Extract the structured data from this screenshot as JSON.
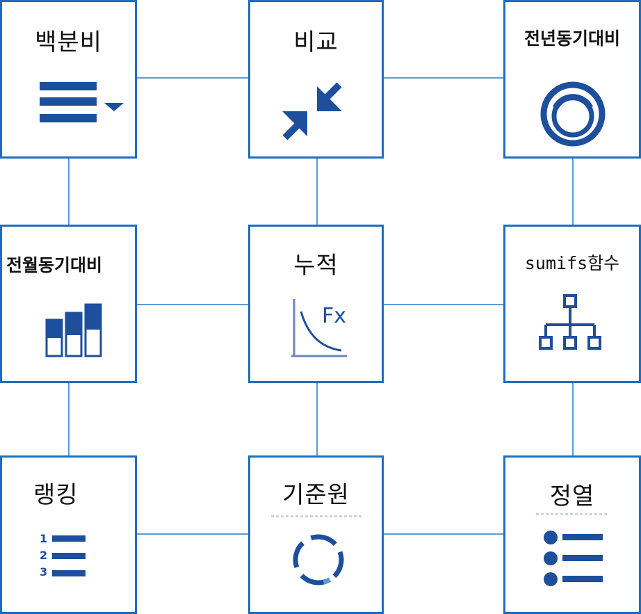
{
  "colors": {
    "card_border": "#1b6ec2",
    "connector": "#5b9bd5",
    "icon": "#1d4f9c"
  },
  "cards": [
    {
      "label": "백분비",
      "icon": "hamburger-dropdown-icon"
    },
    {
      "label": "비교",
      "icon": "compress-arrows-icon"
    },
    {
      "label": "전년동기대비",
      "icon": "concentric-ring-icon"
    },
    {
      "label": "전월동기대비",
      "icon": "stacked-bars-icon"
    },
    {
      "label": "누적",
      "icon": "fx-curve-icon"
    },
    {
      "label": "sumifs함수",
      "icon": "hierarchy-tree-icon"
    },
    {
      "label": "랭킹",
      "icon": "numbered-list-icon"
    },
    {
      "label": "기준원",
      "icon": "refresh-circle-icon"
    },
    {
      "label": "정열",
      "icon": "bullet-list-icon"
    }
  ]
}
